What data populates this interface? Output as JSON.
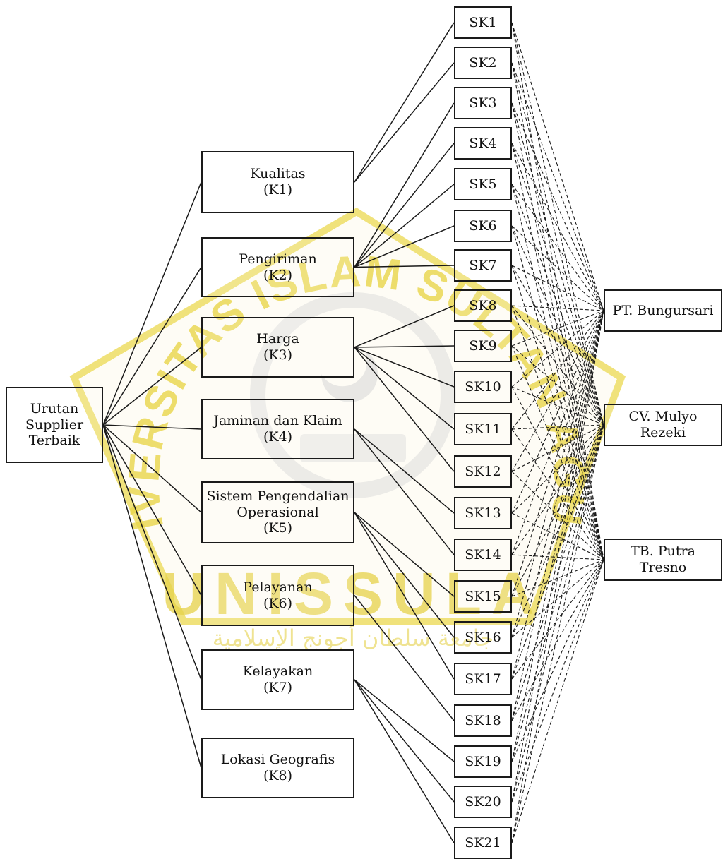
{
  "goal": {
    "id": "goal",
    "lines": [
      "Urutan",
      "Supplier",
      "Terbaik"
    ]
  },
  "criteria": [
    {
      "id": "K1",
      "lines": [
        "Kualitas",
        "(K1)"
      ]
    },
    {
      "id": "K2",
      "lines": [
        "Pengiriman",
        "(K2)"
      ]
    },
    {
      "id": "K3",
      "lines": [
        "Harga",
        "(K3)"
      ]
    },
    {
      "id": "K4",
      "lines": [
        "Jaminan dan Klaim",
        "(K4)"
      ]
    },
    {
      "id": "K5",
      "lines": [
        "Sistem Pengendalian",
        "Operasional",
        "(K5)"
      ]
    },
    {
      "id": "K6",
      "lines": [
        "Pelayanan",
        "(K6)"
      ]
    },
    {
      "id": "K7",
      "lines": [
        "Kelayakan",
        "(K7)"
      ]
    },
    {
      "id": "K8",
      "lines": [
        "Lokasi Geografis",
        "(K8)"
      ]
    }
  ],
  "subcriteria": [
    "SK1",
    "SK2",
    "SK3",
    "SK4",
    "SK5",
    "SK6",
    "SK7",
    "SK8",
    "SK9",
    "SK10",
    "SK11",
    "SK12",
    "SK13",
    "SK14",
    "SK15",
    "SK16",
    "SK17",
    "SK18",
    "SK19",
    "SK20",
    "SK21"
  ],
  "alternatives": [
    {
      "id": "A1",
      "lines": [
        "PT. Bungursari"
      ]
    },
    {
      "id": "A2",
      "lines": [
        "CV. Mulyo",
        "Rezeki"
      ]
    },
    {
      "id": "A3",
      "lines": [
        "TB. Putra",
        "Tresno"
      ]
    }
  ],
  "links": {
    "K1": [
      "SK1",
      "SK2"
    ],
    "K2": [
      "SK3",
      "SK4",
      "SK5",
      "SK6",
      "SK7"
    ],
    "K3": [
      "SK8",
      "SK9",
      "SK10",
      "SK11",
      "SK12"
    ],
    "K4": [
      "SK13",
      "SK14"
    ],
    "K5": [
      "SK15",
      "SK16",
      "SK17"
    ],
    "K6": [
      "SK18"
    ],
    "K7": [
      "SK19",
      "SK20",
      "SK21"
    ],
    "K8": []
  },
  "watermark": {
    "arc_text": "UNIVERSITAS ISLAM SULTAN AGUNG",
    "logo_text": "UNISSULA",
    "arabic_text": "جامعة سلطان أجونج الإسلامية",
    "color": "#e8d44a"
  }
}
